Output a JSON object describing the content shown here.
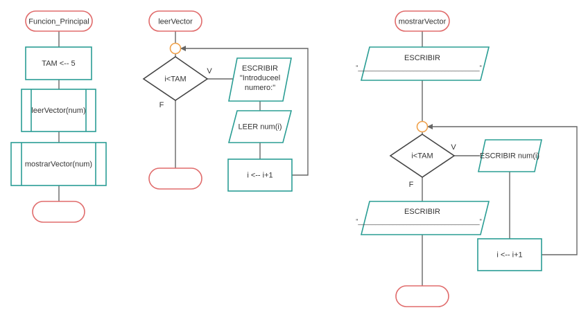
{
  "colors": {
    "terminator": "#e06b6b",
    "process": "#2a9d94",
    "connector": "#f0a14a",
    "decision": "#444444",
    "line": "#666666"
  },
  "main_flow": {
    "title": "Funcion_Principal",
    "assign": "TAM <-- 5",
    "call_read": "leerVector(num)",
    "call_show": "mostrarVector(num)",
    "end": ""
  },
  "read_flow": {
    "title": "leerVector",
    "condition": "i<TAM",
    "true_label": "V",
    "false_label": "F",
    "write_line1": "ESCRIBIR",
    "write_line2": "\"Introduceel",
    "write_line3": "numero:\"",
    "read": "LEER  num(i)",
    "increment": "i <-- i+1",
    "end": ""
  },
  "show_flow": {
    "title": "mostrarVector",
    "write_top_line1": "ESCRIBIR",
    "write_top_line2": "\"___________________________________\"",
    "condition": "i<TAM",
    "true_label": "V",
    "false_label": "F",
    "write_item": "ESCRIBIR  num(i)",
    "increment": "i <-- i+1",
    "write_bottom_line1": "ESCRIBIR",
    "write_bottom_line2": "\"___________________________________\"",
    "end": ""
  }
}
